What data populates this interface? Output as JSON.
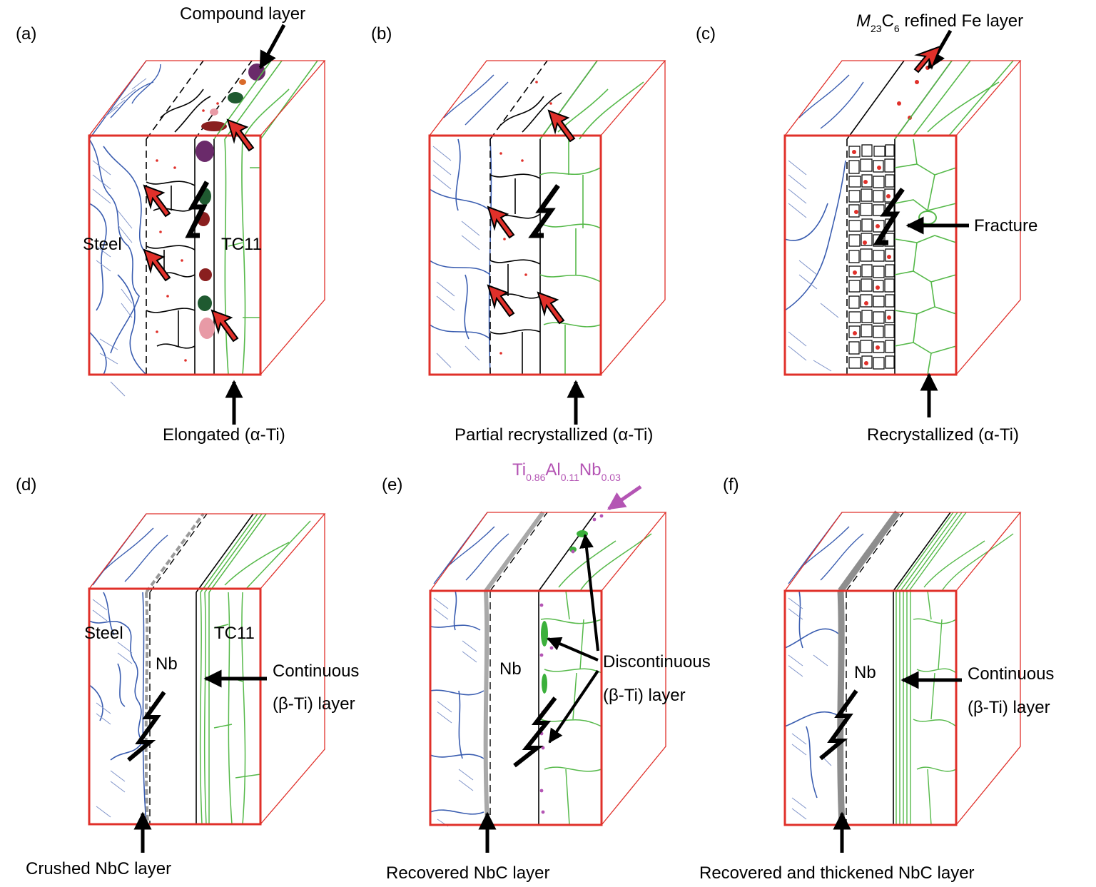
{
  "colors": {
    "box": "#e0302a",
    "steel": "#3a5db0",
    "steel_light": "#7f93c9",
    "ti": "#56b94a",
    "arrow_red": "#e0302a",
    "ti_phase": "#b455b4",
    "nbc": "#8e8e8e"
  },
  "panels": {
    "a": {
      "label": "(a)",
      "compound": "Compound layer",
      "steel": "Steel",
      "tc11": "TC11",
      "bottom": "Elongated (α-Ti)"
    },
    "b": {
      "label": "(b)",
      "bottom": "Partial recrystallized (α-Ti)"
    },
    "c": {
      "label": "(c)",
      "m": "M",
      "m_sub": "23",
      "c": "C",
      "c_sub": "6",
      "rest": " refined Fe layer",
      "fracture": "Fracture",
      "bottom": "Recrystallized (α-Ti)"
    },
    "d": {
      "label": "(d)",
      "steel": "Steel",
      "nb": "Nb",
      "tc11": "TC11",
      "cont1": "Continuous",
      "cont2": "(β-Ti) layer",
      "bottom": "Crushed  NbC layer"
    },
    "e": {
      "label": "(e)",
      "ti": "Ti",
      "ti_sub": "0.86",
      "al": "Al",
      "al_sub": "0.11",
      "nbp": "Nb",
      "nb_sub": "0.03",
      "nb": "Nb",
      "disc1": "Discontinuous",
      "disc2": "(β-Ti) layer",
      "bottom": "Recovered  NbC layer"
    },
    "f": {
      "label": "(f)",
      "nb": "Nb",
      "cont1": "Continuous",
      "cont2": "(β-Ti) layer",
      "bottom": "Recovered and thickened NbC layer"
    }
  }
}
